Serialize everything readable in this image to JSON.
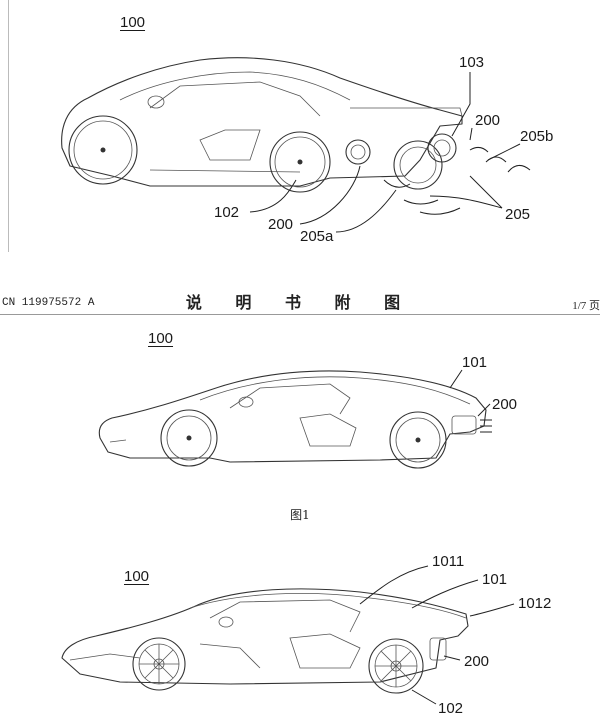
{
  "header": {
    "patent_number": "CN 119975572 A",
    "section_title": "说 明 书 附 图",
    "page": "1/7 页"
  },
  "figure_top": {
    "labels": [
      "100",
      "103",
      "200",
      "205b",
      "102",
      "200",
      "205a",
      "205"
    ]
  },
  "figure_mid": {
    "labels": [
      "100",
      "101",
      "200"
    ],
    "caption": "图1"
  },
  "figure_bottom": {
    "labels": [
      "100",
      "1011",
      "101",
      "1012",
      "200",
      "102"
    ]
  }
}
